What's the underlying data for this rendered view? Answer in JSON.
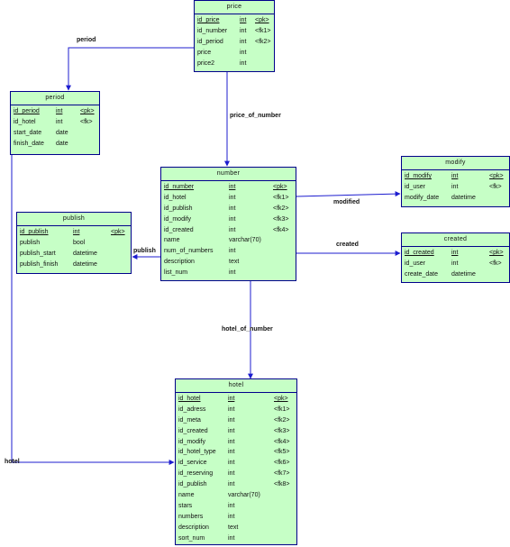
{
  "entities": {
    "price": {
      "title": "price",
      "columns": [
        {
          "name": "id_price",
          "type": "int",
          "key": "<pk>",
          "pk": true
        },
        {
          "name": "id_number",
          "type": "int",
          "key": "<fk1>",
          "pk": false
        },
        {
          "name": "id_period",
          "type": "int",
          "key": "<fk2>",
          "pk": false
        },
        {
          "name": "price",
          "type": "int",
          "key": "",
          "pk": false
        },
        {
          "name": "price2",
          "type": "int",
          "key": "",
          "pk": false
        }
      ]
    },
    "period": {
      "title": "period",
      "columns": [
        {
          "name": "id_period",
          "type": "int",
          "key": "<pk>",
          "pk": true
        },
        {
          "name": "id_hotel",
          "type": "int",
          "key": "<fk>",
          "pk": false
        },
        {
          "name": "start_date",
          "type": "date",
          "key": "",
          "pk": false
        },
        {
          "name": "finish_date",
          "type": "date",
          "key": "",
          "pk": false
        }
      ]
    },
    "number": {
      "title": "number",
      "columns": [
        {
          "name": "id_number",
          "type": "int",
          "key": "<pk>",
          "pk": true
        },
        {
          "name": "id_hotel",
          "type": "int",
          "key": "<fk1>",
          "pk": false
        },
        {
          "name": "id_publish",
          "type": "int",
          "key": "<fk2>",
          "pk": false
        },
        {
          "name": "id_modify",
          "type": "int",
          "key": "<fk3>",
          "pk": false
        },
        {
          "name": "id_created",
          "type": "int",
          "key": "<fk4>",
          "pk": false
        },
        {
          "name": "name",
          "type": "varchar(70)",
          "key": "",
          "pk": false
        },
        {
          "name": "num_of_numbers",
          "type": "int",
          "key": "",
          "pk": false
        },
        {
          "name": "description",
          "type": "text",
          "key": "",
          "pk": false
        },
        {
          "name": "list_num",
          "type": "int",
          "key": "",
          "pk": false
        }
      ]
    },
    "publish": {
      "title": "publish",
      "columns": [
        {
          "name": "id_publish",
          "type": "int",
          "key": "<pk>",
          "pk": true
        },
        {
          "name": "publish",
          "type": "bool",
          "key": "",
          "pk": false
        },
        {
          "name": "publish_start",
          "type": "datetime",
          "key": "",
          "pk": false
        },
        {
          "name": "publish_finish",
          "type": "datetime",
          "key": "",
          "pk": false
        }
      ]
    },
    "modify": {
      "title": "modify",
      "columns": [
        {
          "name": "id_modify",
          "type": "int",
          "key": "<pk>",
          "pk": true
        },
        {
          "name": "id_user",
          "type": "int",
          "key": "<fk>",
          "pk": false
        },
        {
          "name": "modify_date",
          "type": "datetime",
          "key": "",
          "pk": false
        }
      ]
    },
    "created": {
      "title": "created",
      "columns": [
        {
          "name": "id_created",
          "type": "int",
          "key": "<pk>",
          "pk": true
        },
        {
          "name": "id_user",
          "type": "int",
          "key": "<fk>",
          "pk": false
        },
        {
          "name": "create_date",
          "type": "datetime",
          "key": "",
          "pk": false
        }
      ]
    },
    "hotel": {
      "title": "hotel",
      "columns": [
        {
          "name": "id_hotel",
          "type": "int",
          "key": "<pk>",
          "pk": true
        },
        {
          "name": "id_adress",
          "type": "int",
          "key": "<fk1>",
          "pk": false
        },
        {
          "name": "id_meta",
          "type": "int",
          "key": "<fk2>",
          "pk": false
        },
        {
          "name": "id_created",
          "type": "int",
          "key": "<fk3>",
          "pk": false
        },
        {
          "name": "id_modify",
          "type": "int",
          "key": "<fk4>",
          "pk": false
        },
        {
          "name": "id_hotel_type",
          "type": "int",
          "key": "<fk5>",
          "pk": false
        },
        {
          "name": "id_service",
          "type": "int",
          "key": "<fk6>",
          "pk": false
        },
        {
          "name": "id_reserving",
          "type": "int",
          "key": "<fk7>",
          "pk": false
        },
        {
          "name": "id_publish",
          "type": "int",
          "key": "<fk8>",
          "pk": false
        },
        {
          "name": "name",
          "type": "varchar(70)",
          "key": "",
          "pk": false
        },
        {
          "name": "stars",
          "type": "int",
          "key": "",
          "pk": false
        },
        {
          "name": "numbers",
          "type": "int",
          "key": "",
          "pk": false
        },
        {
          "name": "description",
          "type": "text",
          "key": "",
          "pk": false
        },
        {
          "name": "sort_num",
          "type": "int",
          "key": "",
          "pk": false
        }
      ]
    }
  },
  "relationships": [
    {
      "id": "period",
      "label": "period",
      "from": "price",
      "to": "period"
    },
    {
      "id": "price_of_number",
      "label": "price_of_number",
      "from": "price",
      "to": "number"
    },
    {
      "id": "modified",
      "label": "modified",
      "from": "number",
      "to": "modify"
    },
    {
      "id": "created",
      "label": "created",
      "from": "number",
      "to": "created"
    },
    {
      "id": "publish",
      "label": "publish",
      "from": "number",
      "to": "publish"
    },
    {
      "id": "hotel_of_number",
      "label": "hotel_of_number",
      "from": "number",
      "to": "hotel"
    },
    {
      "id": "hotel",
      "label": "hotel",
      "from": "period",
      "to": "hotel"
    }
  ],
  "colors": {
    "entity_fill": "#c6ffc6",
    "line": "#1c1ccf",
    "border": "#00008b"
  }
}
